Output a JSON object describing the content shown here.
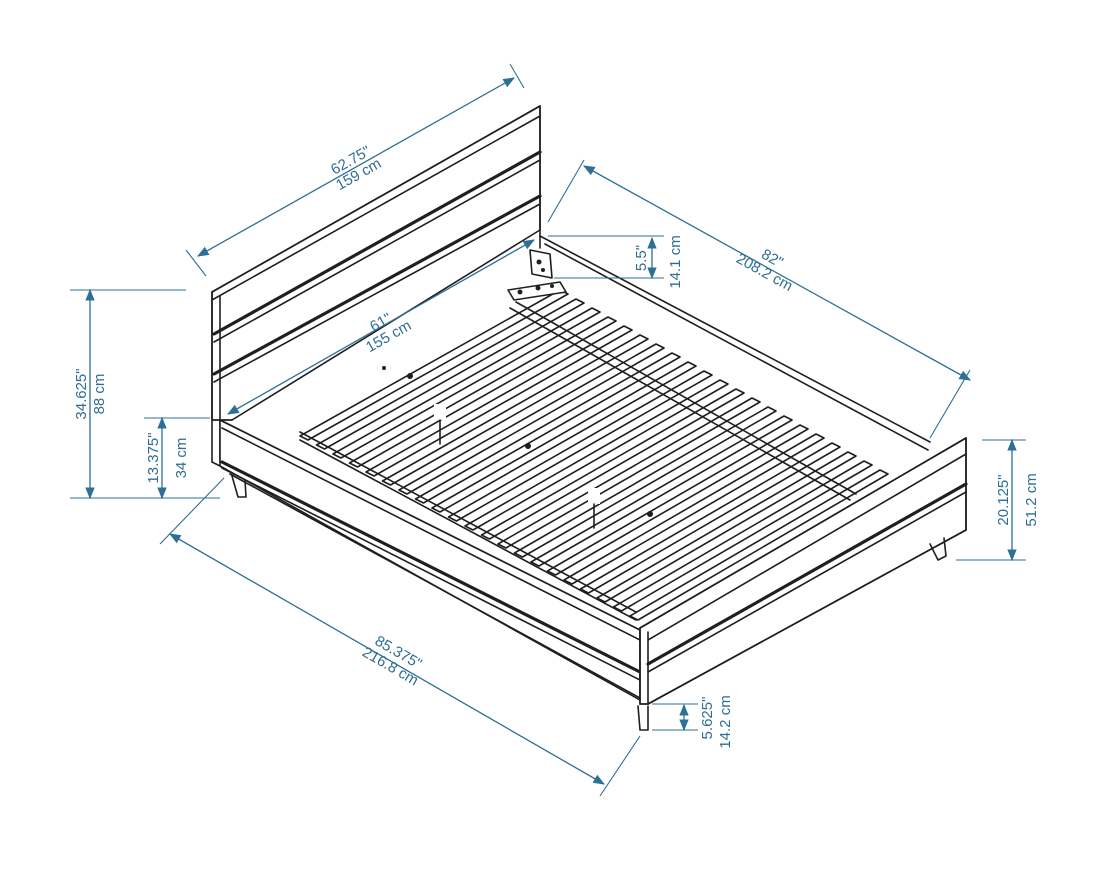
{
  "dimensions": {
    "headboard_width": {
      "imperial": "62.75\"",
      "metric": "159 cm"
    },
    "inner_width": {
      "imperial": "61\"",
      "metric": "155 cm"
    },
    "total_length": {
      "imperial": "82\"",
      "metric": "208.2 cm"
    },
    "side_length": {
      "imperial": "85.375\"",
      "metric": "216.8 cm"
    },
    "headboard_height": {
      "imperial": "34.625\"",
      "metric": "88 cm"
    },
    "rail_height": {
      "imperial": "13.375\"",
      "metric": "34 cm"
    },
    "footboard_height": {
      "imperial": "20.125\"",
      "metric": "51.2 cm"
    },
    "bracket_height": {
      "imperial": "5.5\"",
      "metric": "14.1 cm"
    },
    "leg_height": {
      "imperial": "5.625\"",
      "metric": "14.2 cm"
    }
  },
  "colors": {
    "dimension_line": "#2d6f96",
    "outline": "#1f1f1f"
  }
}
